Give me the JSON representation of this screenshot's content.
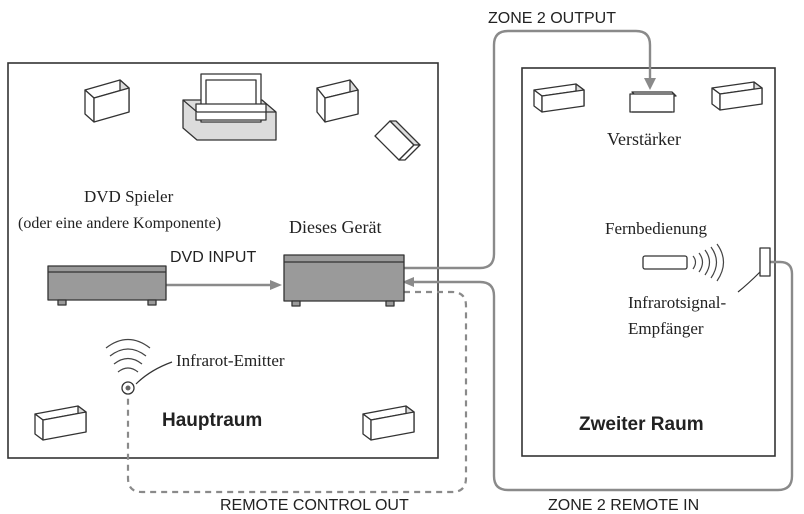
{
  "rooms": {
    "main": "Hauptraum",
    "second": "Zweiter Raum"
  },
  "connections": {
    "zone2_output": "ZONE 2 OUTPUT",
    "dvd_input": "DVD INPUT",
    "remote_control_out": "REMOTE CONTROL OUT",
    "zone2_remote_in": "ZONE 2 REMOTE IN"
  },
  "devices": {
    "dvd_player_line1": "DVD Spieler",
    "dvd_player_line2": "(oder eine andere Komponente)",
    "this_unit": "Dieses Gerät",
    "infrared_emitter": "Infrarot-Emitter",
    "amplifier": "Verstärker",
    "remote_control": "Fernbedienung",
    "ir_receiver_line1": "Infrarotsignal-",
    "ir_receiver_line2": "Empfänger"
  }
}
